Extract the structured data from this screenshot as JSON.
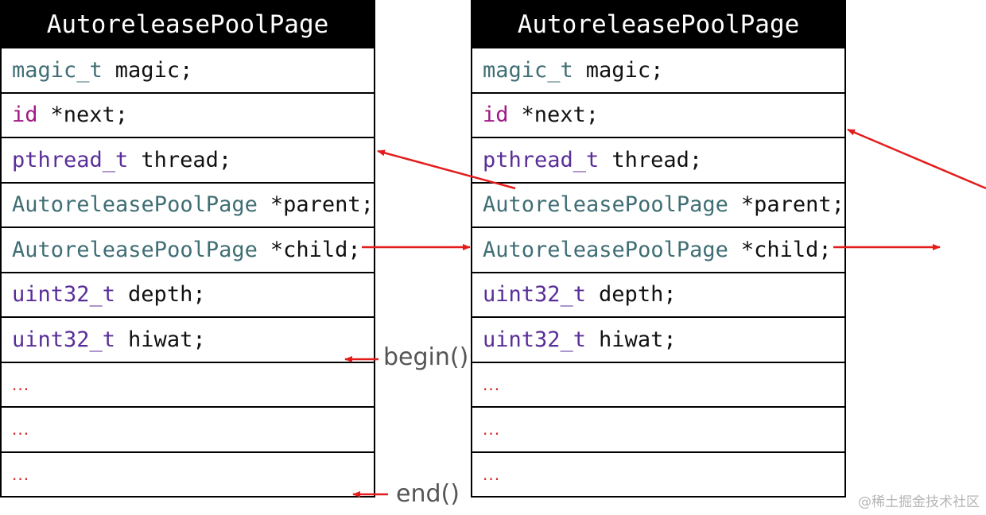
{
  "pages": [
    {
      "title": "AutoreleasePoolPage",
      "fields": [
        {
          "type": "magic_t",
          "name": "magic;",
          "color": "#3f6e74"
        },
        {
          "type": "id",
          "name": "*next;",
          "color": "#a01a84"
        },
        {
          "type": "pthread_t",
          "name": "thread;",
          "color": "#5a2e99"
        },
        {
          "type": "AutoreleasePoolPage",
          "name": "*parent;",
          "color": "#3f6e74"
        },
        {
          "type": "AutoreleasePoolPage",
          "name": "*child;",
          "color": "#3f6e74"
        },
        {
          "type": "uint32_t",
          "name": "depth;",
          "color": "#5a2e99"
        },
        {
          "type": "uint32_t",
          "name": "hiwat;",
          "color": "#5a2e99"
        }
      ],
      "slots": [
        "...",
        "...",
        "..."
      ]
    },
    {
      "title": "AutoreleasePoolPage",
      "fields": [
        {
          "type": "magic_t",
          "name": "magic;",
          "color": "#3f6e74"
        },
        {
          "type": "id",
          "name": "*next;",
          "color": "#a01a84"
        },
        {
          "type": "pthread_t",
          "name": "thread;",
          "color": "#5a2e99"
        },
        {
          "type": "AutoreleasePoolPage",
          "name": "*parent;",
          "color": "#3f6e74"
        },
        {
          "type": "AutoreleasePoolPage",
          "name": "*child;",
          "color": "#3f6e74"
        },
        {
          "type": "uint32_t",
          "name": "depth;",
          "color": "#5a2e99"
        },
        {
          "type": "uint32_t",
          "name": "hiwat;",
          "color": "#5a2e99"
        }
      ],
      "slots": [
        "...",
        "...",
        "..."
      ]
    }
  ],
  "labels": {
    "begin": "begin()",
    "end": "end()"
  },
  "arrow_color": "#e41b1b",
  "watermark": "@稀土掘金技术社区"
}
